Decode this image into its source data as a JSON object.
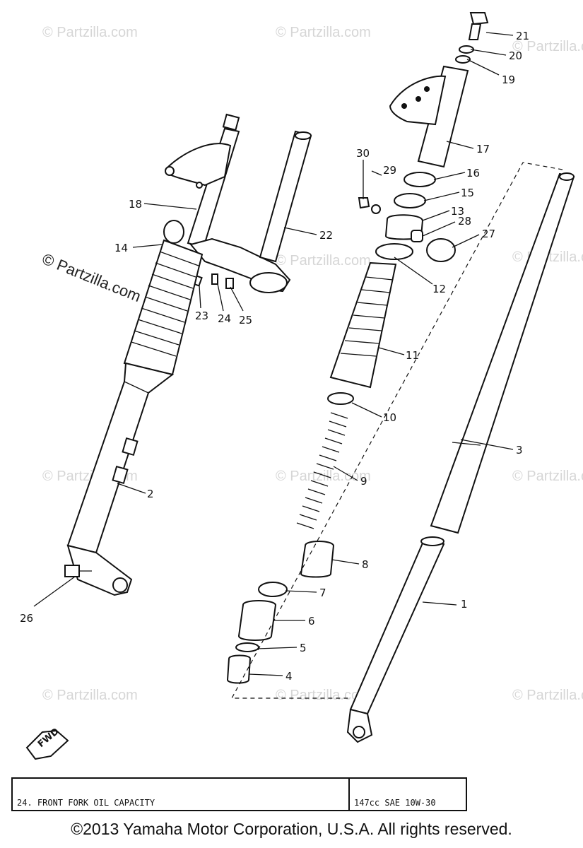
{
  "watermarks": [
    "© Partzilla.com",
    "© Partzilla.com"
  ],
  "callouts": [
    "1",
    "2",
    "3",
    "4",
    "5",
    "6",
    "7",
    "8",
    "9",
    "10",
    "11",
    "12",
    "13",
    "14",
    "15",
    "16",
    "17",
    "18",
    "19",
    "20",
    "21",
    "22",
    "23",
    "24",
    "25",
    "26",
    "27",
    "28",
    "29",
    "30"
  ],
  "fwd_label": "FWD",
  "spec": {
    "description": "24. FRONT FORK OIL CAPACITY",
    "value": "147cc SAE 10W-30"
  },
  "copyright": "©2013 Yamaha Motor Corporation, U.S.A. All rights reserved."
}
